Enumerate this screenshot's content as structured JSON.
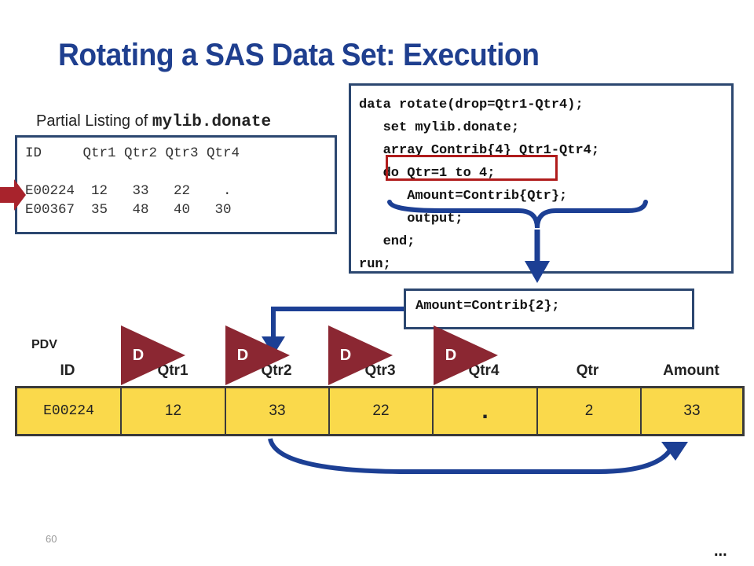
{
  "slide": {
    "title": "Rotating a SAS Data Set: Execution",
    "slide_number": "60",
    "continuation": "..."
  },
  "listing": {
    "label_prefix": "Partial Listing of ",
    "label_dataset": "mylib.donate",
    "text": "ID     Qtr1 Qtr2 Qtr3 Qtr4\n\nE00224  12   33   22    .\nE00367  35   48   40   30"
  },
  "code": {
    "text": "data rotate(drop=Qtr1-Qtr4);\n   set mylib.donate;\n   array Contrib{4} Qtr1-Qtr4;\n   do Qtr=1 to 4;\n      Amount=Contrib{Qtr};\n      output;\n   end;\nrun;"
  },
  "resolved_statement": "Amount=Contrib{2};",
  "pdv": {
    "label": "PDV",
    "columns": [
      "ID",
      "Qtr1",
      "Qtr2",
      "Qtr3",
      "Qtr4",
      "Qtr",
      "Amount"
    ],
    "values": [
      "E00224",
      "12",
      "33",
      "22",
      ".",
      "2",
      "33"
    ],
    "drop_flags": [
      "D",
      "D",
      "D",
      "D"
    ]
  },
  "colors": {
    "title": "#1f3f8f",
    "arrow": "#1c3f94",
    "highlight": "#b01c1c",
    "drop_flag": "#8b2732",
    "pdv_fill": "#fad94b",
    "pointer": "#a8232c"
  }
}
